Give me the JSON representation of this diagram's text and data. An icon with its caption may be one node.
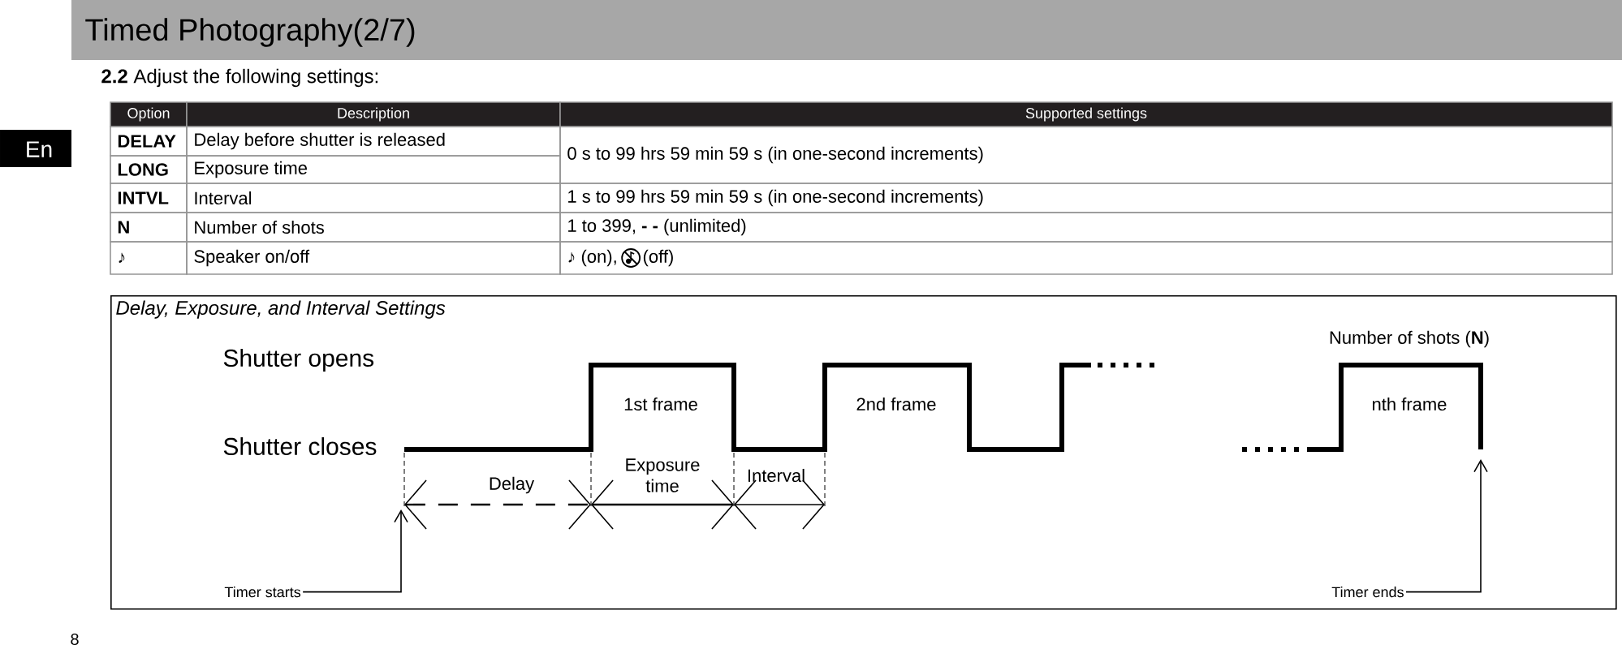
{
  "diagram": {
    "title": "Timed Photography(2/7)",
    "nodes": [
      {
        "text": [
          "Delay, Exposure, and Interval Settings"
        ]
      },
      {
        "text": [
          "Timer starts"
        ],
        "in": 0
      },
      {
        "text": [
          "Timer ends"
        ],
        "in": 0
      }
    ],
    "edges": [
      {
        "from": 1,
        "to": null,
        "arrow": "to"
      },
      {
        "from": 2,
        "to": null,
        "arrow": "to"
      }
    ],
    "labels": [
      "**2.2** Adjust the following settings:",
      "Option",
      "Description",
      "Supported settings",
      "DELAY",
      "Delay before shutter is released",
      "0 s to 99 hrs 59 min 59 s (in one-second increments)",
      "LONG",
      "Exposure time",
      "INTVL",
      "Interval",
      "1 s to 99 hrs 59 min 59 s (in one-second increments)",
      "N",
      "Number of shots",
      "1 to 399, **- -** (unlimited)",
      "♪",
      "Speaker on/off",
      "♪ (on),",
      "(off)",
      "En",
      "Shutter opens",
      "Shutter closes",
      "1st frame",
      "2nd frame",
      "Number of shots (**N**)",
      "nth frame",
      "Delay",
      "Exposure time",
      "Interval",
      "8"
    ]
  }
}
